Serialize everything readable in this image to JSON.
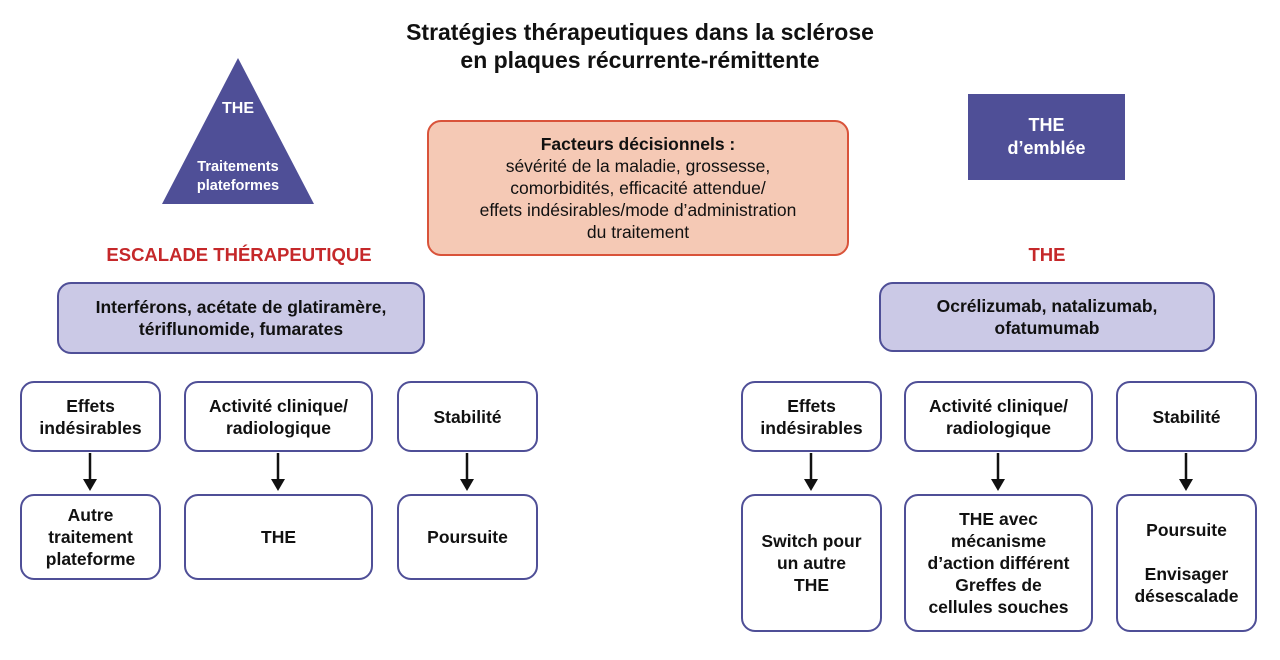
{
  "title": {
    "line1": "Stratégies thérapeutiques dans la sclérose",
    "line2": "en plaques récurrente-rémittente"
  },
  "pyramid": {
    "top_label": "THE",
    "bottom_line1": "Traitements",
    "bottom_line2": "plateformes"
  },
  "factors": {
    "title": "Facteurs décisionnels :",
    "lines": [
      "sévérité de la maladie, grossesse,",
      "comorbidités, efficacité attendue/",
      "effets indésirables/mode d’administration",
      "du traitement"
    ]
  },
  "direct_box": {
    "line1": "THE",
    "line2": "d’emblée"
  },
  "colors": {
    "purple": "#4f4f97",
    "lavender": "#cbc9e6",
    "salmon": "#f5c9b5",
    "red_border": "#d9533a",
    "red_label": "#c5282a"
  },
  "left": {
    "label": "ESCALADE THÉRAPEUTIQUE",
    "drugs": [
      "Interférons, acétate de glatiramère,",
      "tériflunomide, fumarates"
    ],
    "triggers": [
      [
        "Effets",
        "indésirables"
      ],
      [
        "Activité clinique/",
        "radiologique"
      ],
      [
        "Stabilité"
      ]
    ],
    "outcomes": [
      [
        "Autre",
        "traitement",
        "plateforme"
      ],
      [
        "THE"
      ],
      [
        "Poursuite"
      ]
    ]
  },
  "right": {
    "label": "THE",
    "drugs": [
      "Ocrélizumab, natalizumab,",
      "ofatumumab"
    ],
    "triggers": [
      [
        "Effets",
        "indésirables"
      ],
      [
        "Activité clinique/",
        "radiologique"
      ],
      [
        "Stabilité"
      ]
    ],
    "outcomes": [
      [
        "Switch pour",
        "un autre",
        "THE"
      ],
      [
        "THE avec",
        "mécanisme",
        "d’action différent",
        "Greffes de",
        "cellules souches"
      ],
      [
        "Poursuite",
        "",
        "Envisager",
        "désescalade"
      ]
    ]
  }
}
